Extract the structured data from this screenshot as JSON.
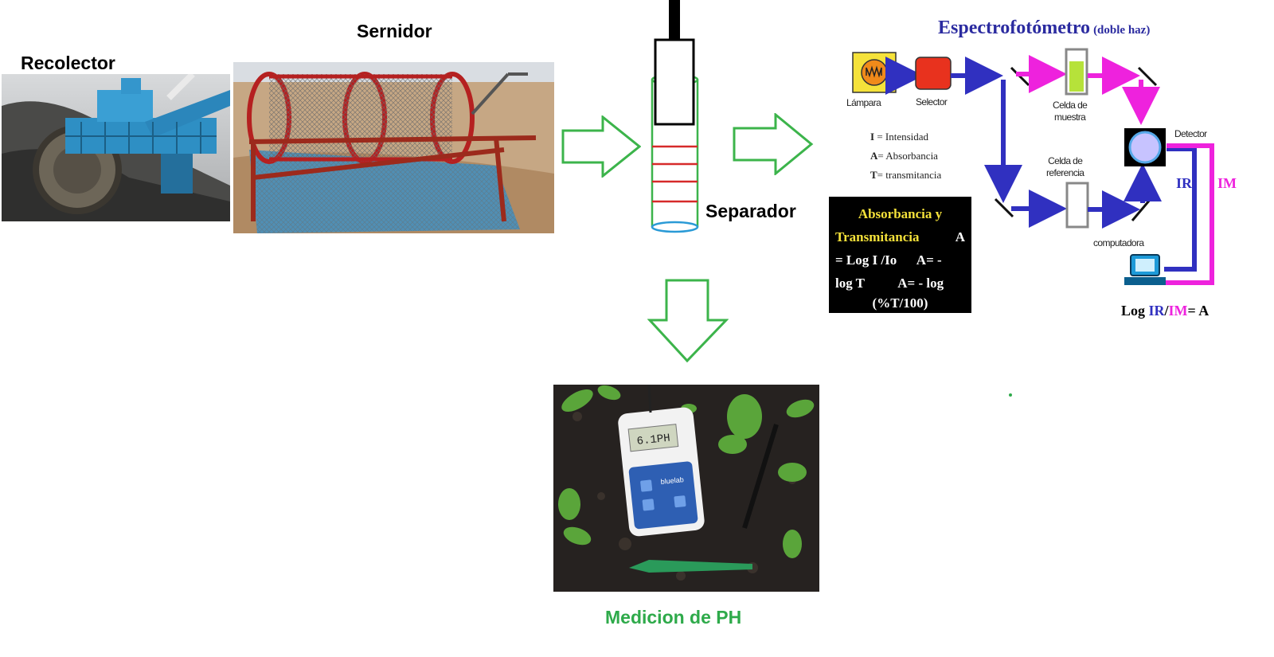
{
  "labels": {
    "recolector": "Recolector",
    "sernidor": "Sernidor",
    "separador": "Separador",
    "ph": "Medicion de PH"
  },
  "ph_meter": {
    "display": "6.1PH",
    "brand": "bluelab"
  },
  "spectro": {
    "title": "Espectrofotómetro",
    "subtitle": "(doble haz)",
    "lampara": "Lámpara",
    "selector": "Selector",
    "celda_muestra_1": "Celda de",
    "celda_muestra_2": "muestra",
    "celda_ref_1": "Celda de",
    "celda_ref_2": "referencia",
    "detector": "Detector",
    "computadora": "computadora",
    "ir": "IR",
    "im": "IM",
    "legend": [
      {
        "sym": "I",
        "text": " = Intensidad"
      },
      {
        "sym": "A",
        "text": "= Absorbancia"
      },
      {
        "sym": "T",
        "text": "= transmitancia"
      }
    ],
    "box": {
      "heading1": "Absorbancia y",
      "heading2": "Transmitancia",
      "l1_tail": "A",
      "l2": "= Log I /Io      A= -",
      "l3": "log T          A= - log",
      "l4": "(%T/100)"
    },
    "formula": {
      "pre": "Log ",
      "ir": "IR",
      "slash": "/",
      "im": "IM",
      "post": "= A"
    }
  },
  "colors": {
    "arrow_green": "#3cb44b",
    "ph_label": "#2eaa4a",
    "title_blue": "#2b2ba0",
    "beam_blue": "#3030c0",
    "beam_magenta": "#ee22dd",
    "box_yellow": "#f5e23a"
  }
}
